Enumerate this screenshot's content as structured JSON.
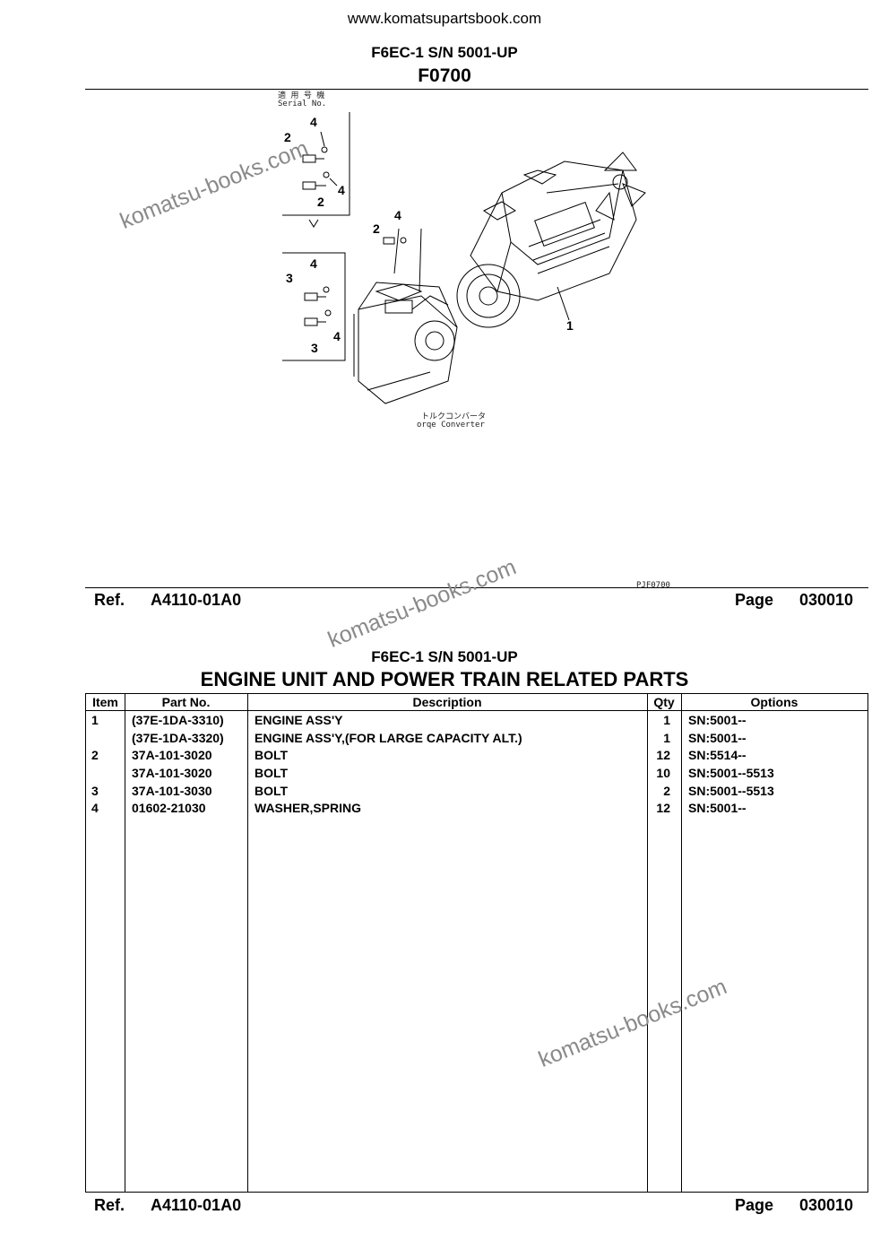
{
  "header": {
    "website": "www.komatsupartsbook.com",
    "model": "F6EC-1 S/N 5001-UP",
    "figure_code": "F0700"
  },
  "diagram": {
    "callouts": [
      "4",
      "2",
      "4",
      "2",
      "2",
      "4",
      "4",
      "3",
      "4",
      "3",
      "1"
    ],
    "jp_label_top": "適 用 号 機",
    "serial_label": "Serial No.",
    "converter_label": "トルクコンバータ",
    "converter_label_en": "orqe Converter",
    "drawing_code": "PJF0700"
  },
  "footer1": {
    "ref_label": "Ref.",
    "ref_value": "A4110-01A0",
    "page_label": "Page",
    "page_value": "030010"
  },
  "section": {
    "model": "F6EC-1 S/N 5001-UP",
    "title": "ENGINE UNIT AND POWER TRAIN RELATED PARTS"
  },
  "table": {
    "headers": {
      "item": "Item",
      "part_no": "Part No.",
      "description": "Description",
      "qty": "Qty",
      "options": "Options"
    },
    "rows": [
      {
        "item": "1",
        "part_no": "(37E-1DA-3310)",
        "description": "ENGINE ASS'Y",
        "qty": "1",
        "options": "SN:5001--"
      },
      {
        "item": "",
        "part_no": "(37E-1DA-3320)",
        "description": "ENGINE ASS'Y,(FOR LARGE CAPACITY ALT.)",
        "qty": "1",
        "options": "SN:5001--"
      },
      {
        "item": "2",
        "part_no": "37A-101-3020",
        "description": "BOLT",
        "qty": "12",
        "options": "SN:5514--"
      },
      {
        "item": "",
        "part_no": "37A-101-3020",
        "description": "BOLT",
        "qty": "10",
        "options": "SN:5001--5513"
      },
      {
        "item": "3",
        "part_no": "37A-101-3030",
        "description": "BOLT",
        "qty": "2",
        "options": "SN:5001--5513"
      },
      {
        "item": "4",
        "part_no": "01602-21030",
        "description": "WASHER,SPRING",
        "qty": "12",
        "options": "SN:5001--"
      }
    ]
  },
  "footer2": {
    "ref_label": "Ref.",
    "ref_value": "A4110-01A0",
    "page_label": "Page",
    "page_value": "030010"
  },
  "watermarks": [
    "komatsu-books.com",
    "komatsu-books.com",
    "komatsu-books.com"
  ]
}
